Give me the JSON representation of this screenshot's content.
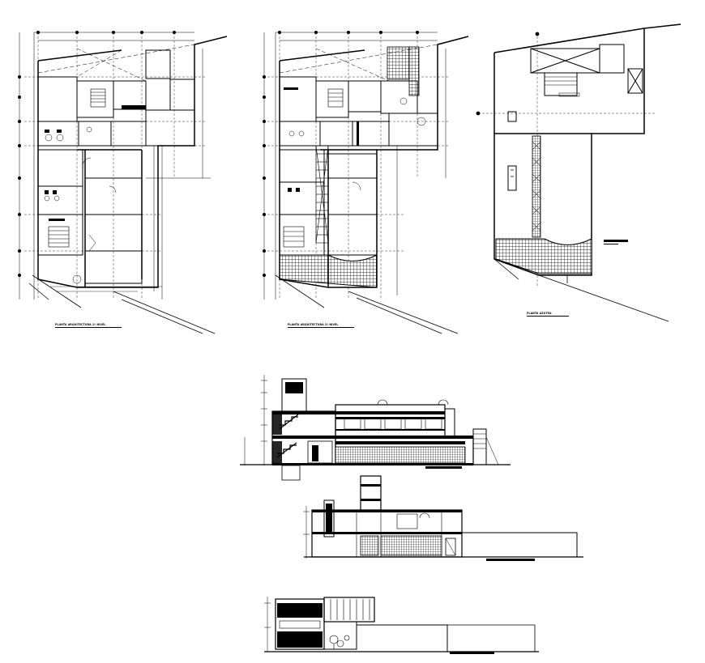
{
  "sheet": {
    "background": "#ffffff",
    "ink": "#000000",
    "views": {
      "plan_first_floor": {
        "caption": "PLANTA ARQUITECTURA 1º NIVEL"
      },
      "plan_second_floor": {
        "caption": "PLANTA ARQUITECTURA 2º NIVEL"
      },
      "plan_roof": {
        "caption": "PLANTA AZOTEA"
      },
      "section_1": {
        "caption": ""
      },
      "section_2": {
        "caption": ""
      },
      "elevation_1": {
        "caption": ""
      }
    }
  }
}
